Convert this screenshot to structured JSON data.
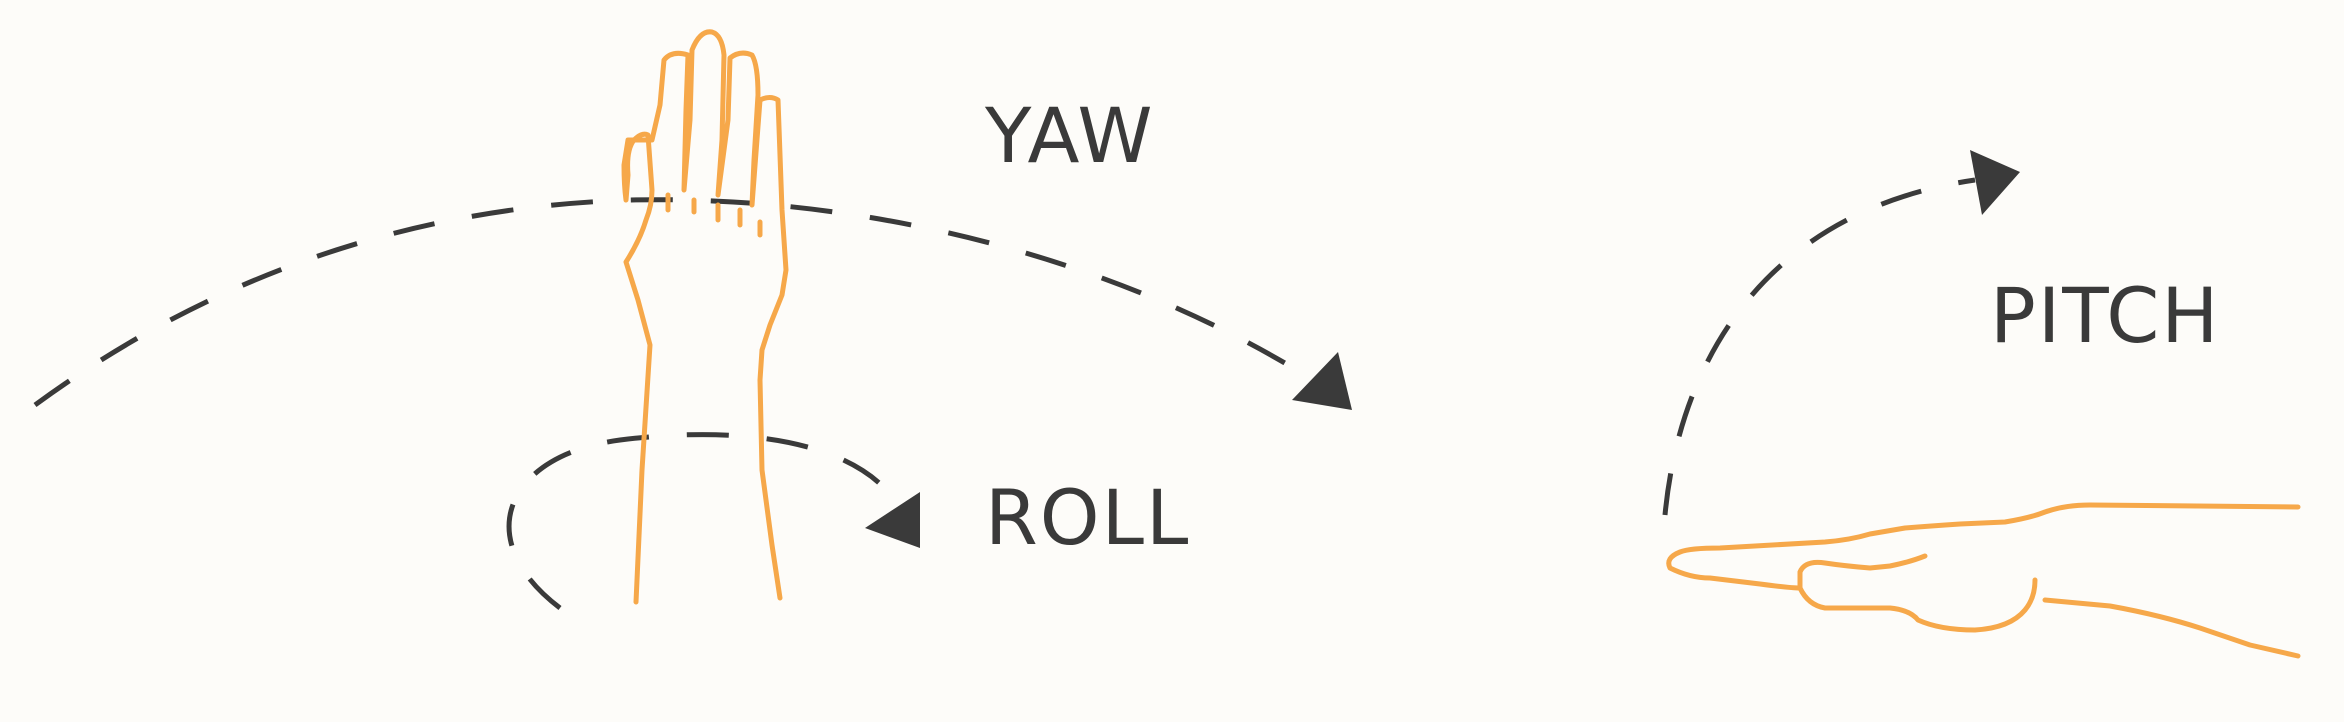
{
  "labels": {
    "yaw": "YAW",
    "roll": "ROLL",
    "pitch": "PITCH"
  },
  "colors": {
    "background": "#fdfcf9",
    "hand_outline": "#f6a84a",
    "arrows_and_text": "#3a3a3a"
  },
  "icons": {
    "upright_hand": "raised-hand-outline",
    "flat_hand": "flat-hand-outline",
    "yaw_arrow": "dashed-curved-arrow",
    "roll_arrow": "dashed-curved-arrow",
    "pitch_arrow": "dashed-curved-arrow"
  }
}
